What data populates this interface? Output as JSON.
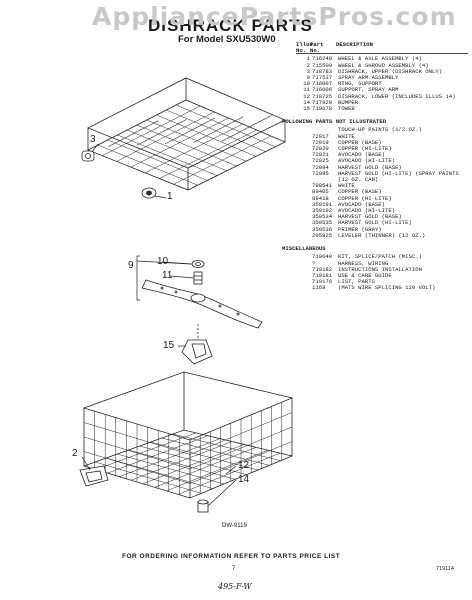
{
  "watermark": "AppliancePartsPros.com",
  "title": "DISHRACK PARTS",
  "subtitle": "For Model SXU530W0",
  "table_headers": {
    "illus_no": "Illus. No.",
    "part_no": "Part No.",
    "description": "DESCRIPTION"
  },
  "parts": [
    {
      "no": "1",
      "part": "716248",
      "desc": "WHEEL & AXLE ASSEMBLY (4)"
    },
    {
      "no": "2",
      "part": "715509",
      "desc": "WHEEL & SHROUD ASSEMBLY (4)"
    },
    {
      "no": "3",
      "part": "718783",
      "desc": "DISHRACK, UPPER (DISHRACK ONLY)"
    },
    {
      "no": "9",
      "part": "717537",
      "desc": "SPRAY ARM ASSEMBLY"
    },
    {
      "no": "10",
      "part": "716007",
      "desc": "RING, SUPPORT"
    },
    {
      "no": "11",
      "part": "716006",
      "desc": "SUPPORT, SPRAY ARM"
    },
    {
      "no": "12",
      "part": "718725",
      "desc": "DISHRACK, LOWER (INCLUDES ILLUS 14)"
    },
    {
      "no": "14",
      "part": "717920",
      "desc": "BUMPER"
    },
    {
      "no": "15",
      "part": "719678",
      "desc": "TOWER"
    }
  ],
  "not_illustrated_heading": "FOLLOWING PARTS NOT ILLUSTRATED",
  "not_illustrated": [
    {
      "part": "",
      "desc": "TOUCH-UP PAINTS (1/2 OZ.)"
    },
    {
      "part": "72017",
      "desc": "WHITE"
    },
    {
      "part": "72019",
      "desc": "COPPER (BASE)"
    },
    {
      "part": "72020",
      "desc": "COPPER (HI-LITE)"
    },
    {
      "part": "72021",
      "desc": "AVOCADO (BASE)"
    },
    {
      "part": "72025",
      "desc": "AVOCADO (HI-LITE)"
    },
    {
      "part": "72094",
      "desc": "HARVEST GOLD (BASE)"
    },
    {
      "part": "72095",
      "desc": "HARVEST GOLD (HI-LITE) (SPRAY PAINTS (12 OZ. CAN)"
    },
    {
      "part": "798541",
      "desc": "WHITE"
    },
    {
      "part": "89405",
      "desc": "COPPER (BASE)"
    },
    {
      "part": "89418",
      "desc": "COPPER (HI-LITE)"
    },
    {
      "part": "350191",
      "desc": "AVOCADO (BASE)"
    },
    {
      "part": "350192",
      "desc": "AVOCADO (HI-LITE)"
    },
    {
      "part": "350534",
      "desc": "HARVEST GOLD (BASE)"
    },
    {
      "part": "350535",
      "desc": "HARVEST GOLD (HI-LITE)"
    },
    {
      "part": "350536",
      "desc": "PRIMER (GRAY)"
    },
    {
      "part": "205925",
      "desc": "LEVELER (THINNER) (12 OZ.)"
    }
  ],
  "misc_heading": "MISCELLANEOUS",
  "misc": [
    {
      "part": "719649",
      "desc": "KIT, SPLICE/PATCH (MISC.)"
    },
    {
      "part": "?",
      "desc": "HARNESS, WIRING"
    },
    {
      "part": "719182",
      "desc": "INSTRUCTIONS INSTALLATION"
    },
    {
      "part": "719181",
      "desc": "USE & CARE GUIDE"
    },
    {
      "part": "719176",
      "desc": "LIST, PARTS"
    },
    {
      "part": "1168",
      "desc": "(MATS WIRE SPLICING 120 VOLT)"
    }
  ],
  "callouts": {
    "c1": "1",
    "c2": "2",
    "c3": "3",
    "c9": "9",
    "c10": "10",
    "c11": "11",
    "c12": "12",
    "c14": "14",
    "c15": "15"
  },
  "drawing_number": "DW-9119",
  "footer": "FOR ORDERING INFORMATION REFER TO PARTS PRICE LIST",
  "page_number": "7",
  "doc_number": "719114",
  "handwritten": "495-F-W"
}
